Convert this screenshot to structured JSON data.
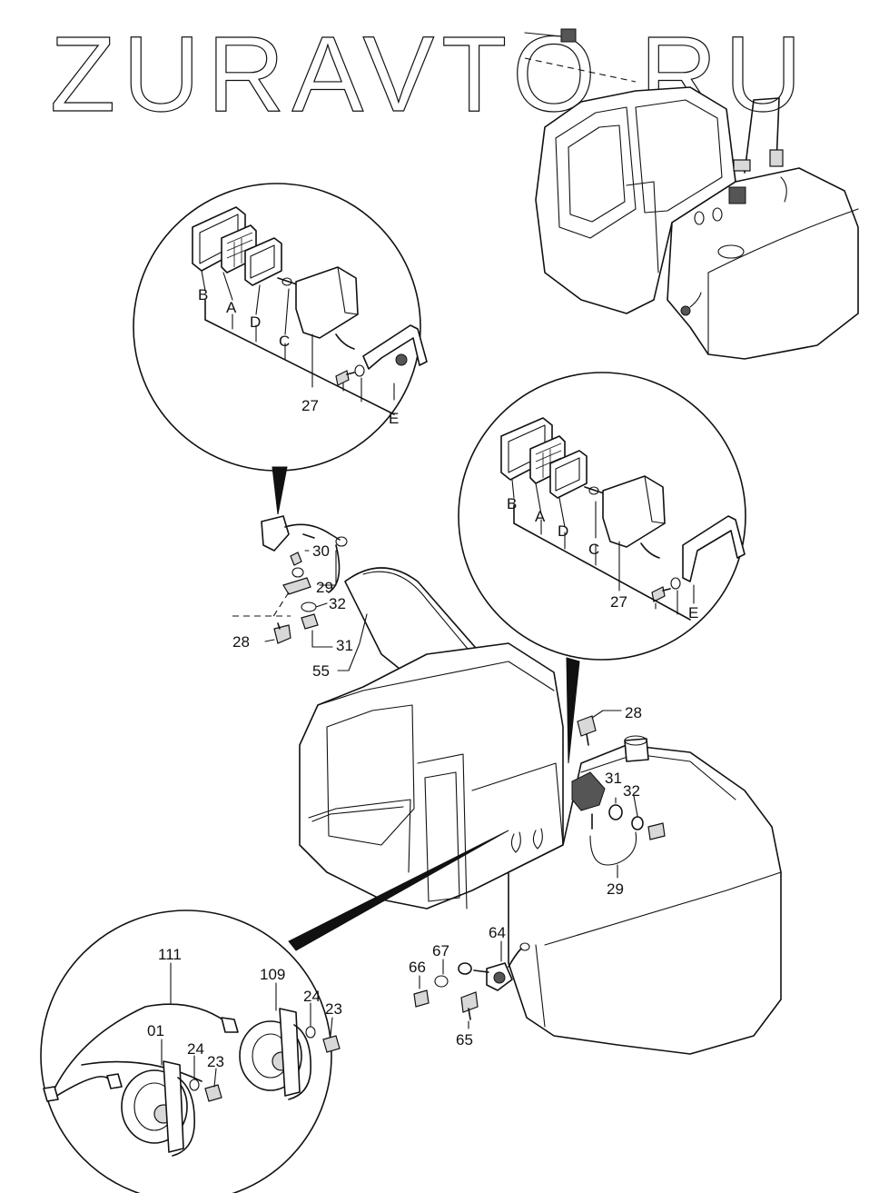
{
  "watermark": "ZURAVTO.RU",
  "detail_top": {
    "letters": [
      "B",
      "A",
      "D",
      "C",
      "E"
    ],
    "part": "27"
  },
  "detail_right": {
    "letters": [
      "B",
      "A",
      "D",
      "C",
      "E"
    ],
    "part": "27"
  },
  "detail_horn": {
    "parts": [
      "111",
      "01",
      "24",
      "23",
      "109",
      "24",
      "23"
    ]
  },
  "callouts": {
    "left_bracket": [
      "30",
      "29",
      "32",
      "28",
      "31",
      "55"
    ],
    "right_bracket": [
      "28",
      "31",
      "32",
      "29"
    ],
    "switch": [
      "64",
      "67",
      "66",
      "65"
    ]
  }
}
